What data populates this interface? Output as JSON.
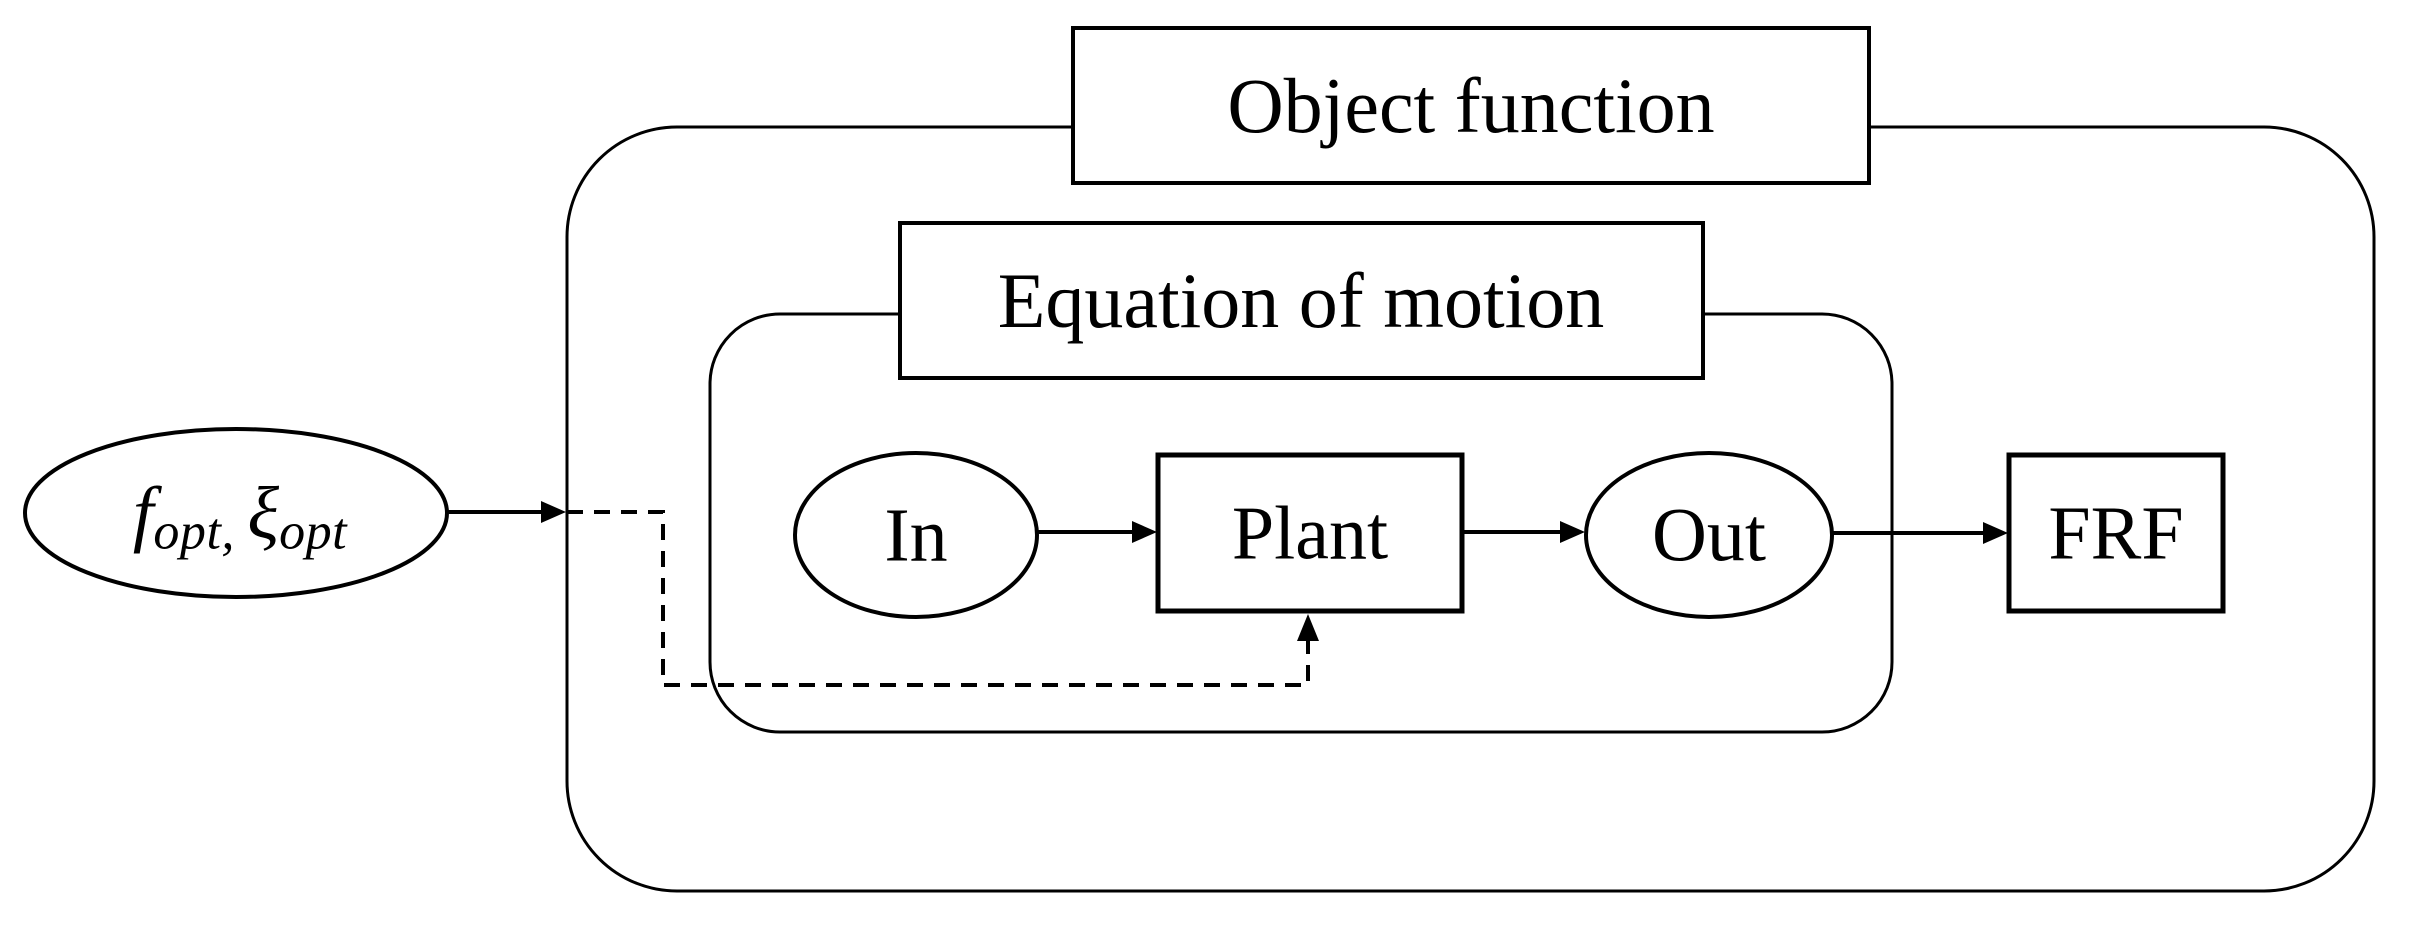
{
  "diagram": {
    "background_color": "#ffffff",
    "line_color": "#000000",
    "outer_container": {
      "label": "Object function"
    },
    "inner_container": {
      "label": "Equation of motion"
    },
    "input_node": {
      "full_text": "f_opt, ξ_opt",
      "f": "f",
      "f_sub": "opt",
      "separator": ",",
      "xi": "ξ",
      "xi_sub": "opt"
    },
    "nodes": {
      "in": "In",
      "plant": "Plant",
      "out": "Out",
      "frf": "FRF"
    },
    "edges": [
      {
        "from": "input_node",
        "to": "outer_container",
        "style": "solid-arrow"
      },
      {
        "from": "in",
        "to": "plant",
        "style": "solid-arrow"
      },
      {
        "from": "plant",
        "to": "out",
        "style": "solid-arrow"
      },
      {
        "from": "out",
        "to": "frf",
        "style": "solid-arrow"
      },
      {
        "from": "outer_container_left_edge",
        "to": "plant_bottom",
        "style": "dashed-arrow"
      }
    ]
  }
}
